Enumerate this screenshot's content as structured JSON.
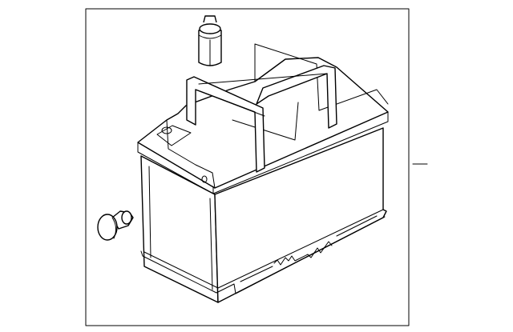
{
  "diagram": {
    "background": "#ffffff",
    "line_color": "#000000",
    "parts": [
      {
        "name": "battery",
        "icon": "battery-icon"
      },
      {
        "name": "vent-plug",
        "icon": "vent-plug-icon"
      },
      {
        "name": "terminal-cap",
        "icon": "terminal-cap-icon"
      }
    ],
    "callout": {
      "label": ""
    }
  }
}
